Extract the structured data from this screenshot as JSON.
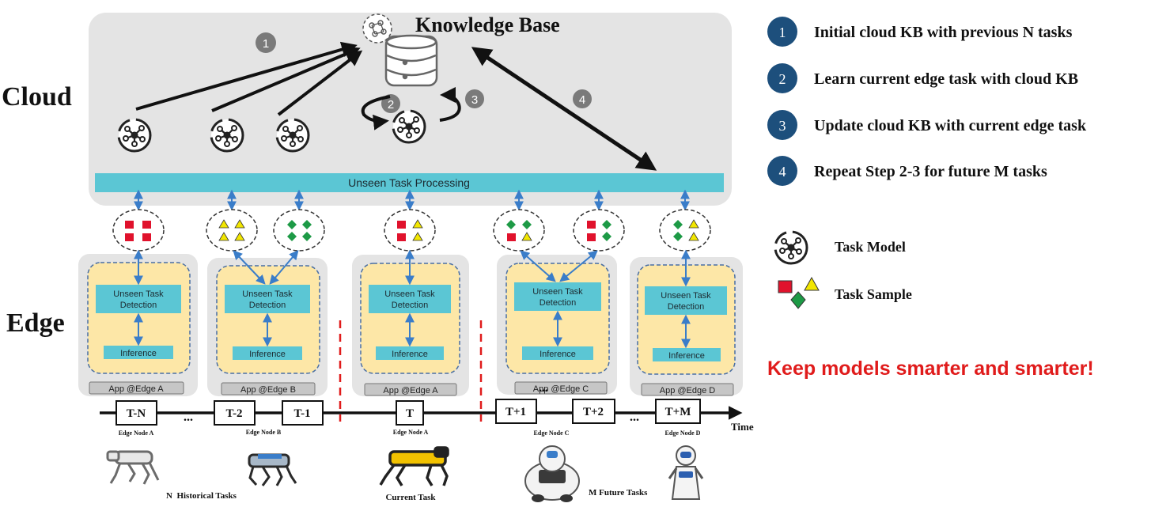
{
  "cloud_label": "Cloud",
  "edge_label": "Edge",
  "kb_title": "Knowledge Base",
  "processing_label": "Unseen Task Processing",
  "step_markers": [
    "1",
    "2",
    "3",
    "4"
  ],
  "edge_boxes": [
    {
      "detection": "Unseen Task\nDetection",
      "inference": "Inference",
      "app": "App @Edge A"
    },
    {
      "detection": "Unseen Task\nDetection",
      "inference": "Inference",
      "app": "App @Edge B"
    },
    {
      "detection": "Unseen Task\nDetection",
      "inference": "Inference",
      "app": "App @Edge A"
    },
    {
      "detection": "Unseen Task\nDetection",
      "inference": "Inference",
      "app": "App @Edge C"
    },
    {
      "detection": "Unseen Task\nDetection",
      "inference": "Inference",
      "app": "App @Edge D"
    }
  ],
  "timeline": {
    "labels": [
      "T-N",
      "T-2",
      "T-1",
      "T",
      "T+1",
      "T+2",
      "T+M"
    ],
    "ellipses": [
      "...",
      "...",
      "..."
    ],
    "axis_label": "Time",
    "node_labels": [
      "Edge Node A",
      "Edge Node B",
      "Edge Node A",
      "Edge Node C",
      "Edge Node D"
    ],
    "group_labels": [
      "N  Historical Tasks",
      "Current Task",
      "M Future Tasks"
    ]
  },
  "legend": {
    "steps": [
      {
        "num": "1",
        "text": "Initial cloud KB with previous N tasks"
      },
      {
        "num": "2",
        "text": "Learn current edge task with cloud KB"
      },
      {
        "num": "3",
        "text": "Update cloud KB with current edge task"
      },
      {
        "num": "4",
        "text": "Repeat Step 2-3 for future M tasks"
      }
    ],
    "task_model": "Task Model",
    "task_sample": "Task Sample"
  },
  "slogan": "Keep models smarter and smarter!",
  "colors": {
    "cloud_bg": "#e4e4e4",
    "processing_bar": "#5bc6d4",
    "edge_inner": "#fde7a7",
    "edge_block": "#5bc6d4",
    "arrow_blue": "#3a7dc9",
    "legend_circle": "#1d4f7c",
    "slogan_red": "#e01b1b",
    "sample_red": "#e0122c",
    "sample_yellow": "#f2e600",
    "sample_green": "#1d9a46"
  }
}
